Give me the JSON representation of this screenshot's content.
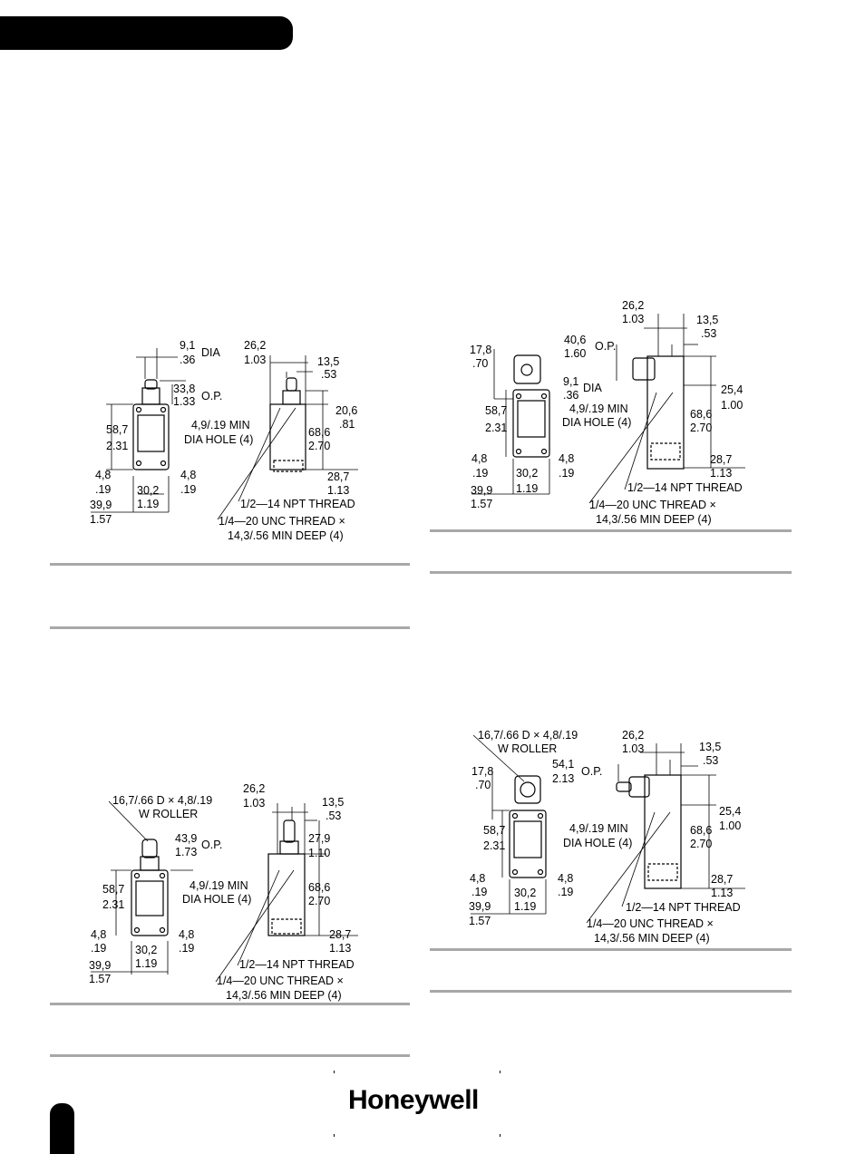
{
  "brand": {
    "logo_text": "Honeywell"
  },
  "fig1": {
    "labels": {
      "d91": "9,1",
      "d36": ".36",
      "dia": "DIA",
      "d338": "33,8",
      "d133": "1.33",
      "op": "O.P.",
      "minhole1": "4,9/.19 MIN",
      "minhole2": "DIA HOLE (4)",
      "d587": "58,7",
      "d231": "2.31",
      "d48a": "4,8",
      "d19a": ".19",
      "d48b": "4,8",
      "d19b": ".19",
      "d302": "30,2",
      "d119": "1.19",
      "d399": "39,9",
      "d157": "1.57",
      "d262": "26,2",
      "d103": "1.03",
      "d135": "13,5",
      "d53": ".53",
      "d206": "20,6",
      "d81": ".81",
      "d686": "68,6",
      "d270": "2.70",
      "d287": "28,7",
      "d113": "1.13",
      "npt": "1/2—14 NPT THREAD",
      "unc1": "1/4—20 UNC THREAD ×",
      "unc2": "14,3/.56 MIN DEEP (4)"
    }
  },
  "fig2": {
    "labels": {
      "d262": "26,2",
      "d103": "1.03",
      "d135": "13,5",
      "d53": ".53",
      "d406": "40,6",
      "d160": "1.60",
      "op": "O.P.",
      "d178": "17,8",
      "d70": ".70",
      "d91": "9,1",
      "d36": ".36",
      "dia": "DIA",
      "d254": "25,4",
      "d100": "1.00",
      "d587": "58,7",
      "d231": "2.31",
      "minhole1": "4,9/.19 MIN",
      "minhole2": "DIA HOLE (4)",
      "d686": "68,6",
      "d270": "2.70",
      "d48a": "4,8",
      "d19a": ".19",
      "d48b": "4,8",
      "d19b": ".19",
      "d287": "28,7",
      "d113": "1.13",
      "d302": "30,2",
      "d119": "1.19",
      "d399": "39,9",
      "d157": "1.57",
      "npt": "1/2—14 NPT THREAD",
      "unc1": "1/4—20 UNC THREAD ×",
      "unc2": "14,3/.56 MIN DEEP (4)"
    }
  },
  "fig3": {
    "labels": {
      "roller1": "16,7/.66 D × 4,8/.19",
      "roller2": "W ROLLER",
      "d262": "26,2",
      "d103": "1.03",
      "d135": "13,5",
      "d53": ".53",
      "d439": "43,9",
      "d173": "1.73",
      "op": "O.P.",
      "d279": "27,9",
      "d110": "1.10",
      "d587": "58,7",
      "d231": "2.31",
      "minhole1": "4,9/.19 MIN",
      "minhole2": "DIA HOLE (4)",
      "d686": "68,6",
      "d270": "2.70",
      "d48a": "4,8",
      "d19a": ".19",
      "d48b": "4,8",
      "d19b": ".19",
      "d287": "28,7",
      "d113": "1.13",
      "d302": "30,2",
      "d119": "1.19",
      "d399": "39,9",
      "d157": "1.57",
      "npt": "1/2—14 NPT THREAD",
      "unc1": "1/4—20 UNC THREAD ×",
      "unc2": "14,3/.56 MIN DEEP (4)"
    }
  },
  "fig4": {
    "labels": {
      "roller1": "16,7/.66 D × 4,8/.19",
      "roller2": "W ROLLER",
      "d262": "26,2",
      "d103": "1.03",
      "d135": "13,5",
      "d53": ".53",
      "d178": "17,8",
      "d70": ".70",
      "d541": "54,1",
      "d213": "2.13",
      "op": "O.P.",
      "d254": "25,4",
      "d100": "1.00",
      "d587": "58,7",
      "d231": "2.31",
      "minhole1": "4,9/.19 MIN",
      "minhole2": "DIA HOLE (4)",
      "d686": "68,6",
      "d270": "2.70",
      "d48a": "4,8",
      "d19a": ".19",
      "d48b": "4,8",
      "d19b": ".19",
      "d287": "28,7",
      "d113": "1.13",
      "d302": "30,2",
      "d119": "1.19",
      "d399": "39,9",
      "d157": "1.57",
      "npt": "1/2—14 NPT THREAD",
      "unc1": "1/4—20 UNC THREAD ×",
      "unc2": "14,3/.56 MIN DEEP (4)"
    }
  }
}
